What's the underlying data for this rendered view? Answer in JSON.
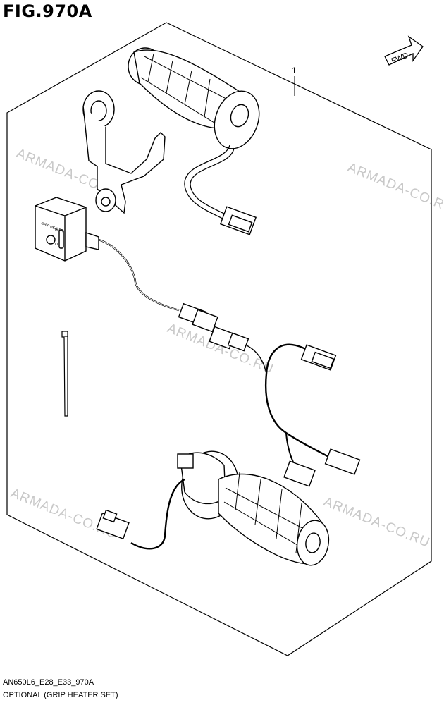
{
  "figure": {
    "title": "FIG.970A",
    "part_code": "AN650L6_E28_E33_970A",
    "description": "OPTIONAL (GRIP HEATER SET)"
  },
  "callout": {
    "reference_number": "1"
  },
  "direction_badge": {
    "label": "FWD"
  },
  "switch_box": {
    "label": "GRIP HEATER",
    "hi_label": "HI",
    "lo_label": "LO"
  },
  "watermarks": [
    "ARMADA-CO.RU",
    "ARMADA-CO.RU",
    "ARMADA-CO.RU",
    "ARMADA-CO.RU",
    "ARMADA-CO.RU"
  ],
  "colors": {
    "line": "#000000",
    "watermark": "#c8c8c8",
    "background": "#ffffff"
  }
}
